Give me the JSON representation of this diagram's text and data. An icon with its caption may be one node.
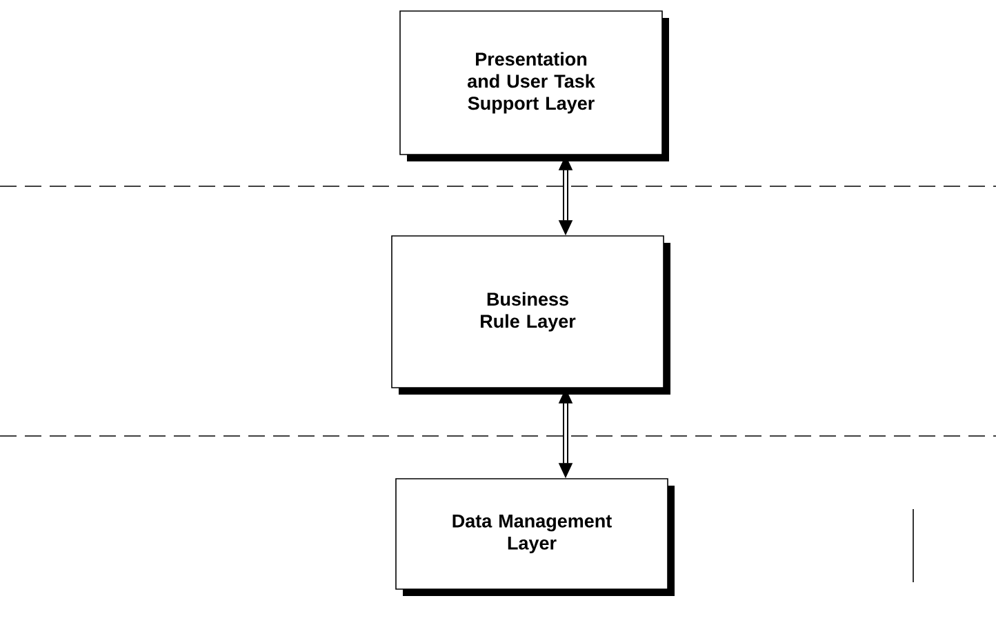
{
  "diagram": {
    "nodes": [
      {
        "text": [
          "Presentation and User Task Support Layer"
        ]
      },
      {
        "text": [
          "Business Rule Layer"
        ]
      },
      {
        "text": [
          "Data Management Layer"
        ]
      }
    ],
    "edges": [
      {
        "from": 0,
        "to": 1,
        "arrow": "both"
      },
      {
        "from": 1,
        "to": 2,
        "arrow": "both"
      }
    ]
  }
}
